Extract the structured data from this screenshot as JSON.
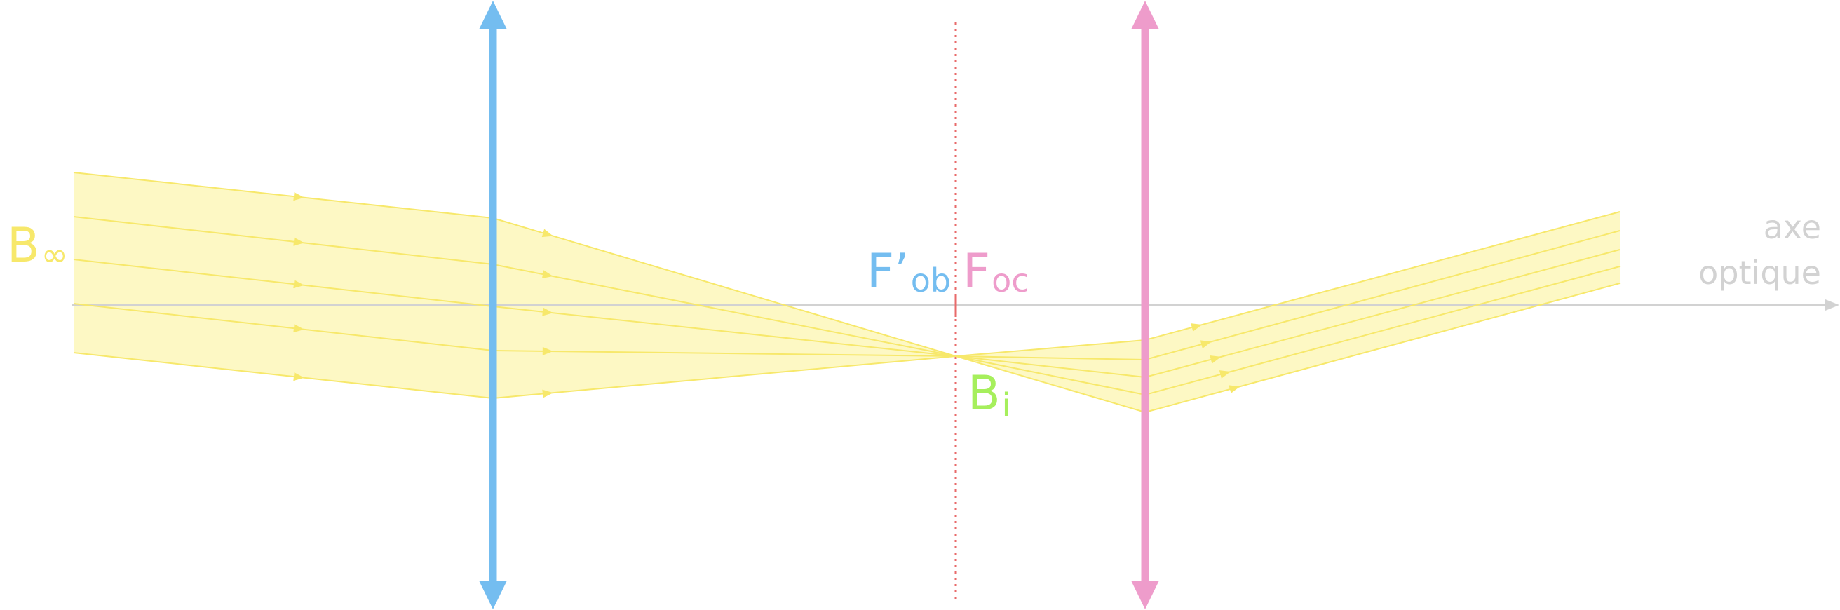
{
  "labels": {
    "b_inf": {
      "main": "B",
      "sub": "∞"
    },
    "f_ob": {
      "main": "F’",
      "sub": "ob"
    },
    "f_oc": {
      "main": "F",
      "sub": "oc"
    },
    "b_i": {
      "main": "B",
      "sub": "i"
    },
    "axis_line1": "axe",
    "axis_line2": "optique"
  },
  "colors": {
    "beam_fill": "#fdf8c4",
    "beam_ray": "#f7e86b",
    "objective": "#74bdf0",
    "eyepiece": "#ee9ccb",
    "image_point": "#a6ef5c",
    "axis": "#d2d2d2",
    "focal_plane": "#e86a6a",
    "background": "#ffffff"
  },
  "elements": {
    "objective_lens": "converging-lens-double-arrow",
    "eyepiece_lens": "converging-lens-double-arrow",
    "focal_plane": "dotted-vertical-line",
    "optical_axis": "horizontal-arrow"
  }
}
